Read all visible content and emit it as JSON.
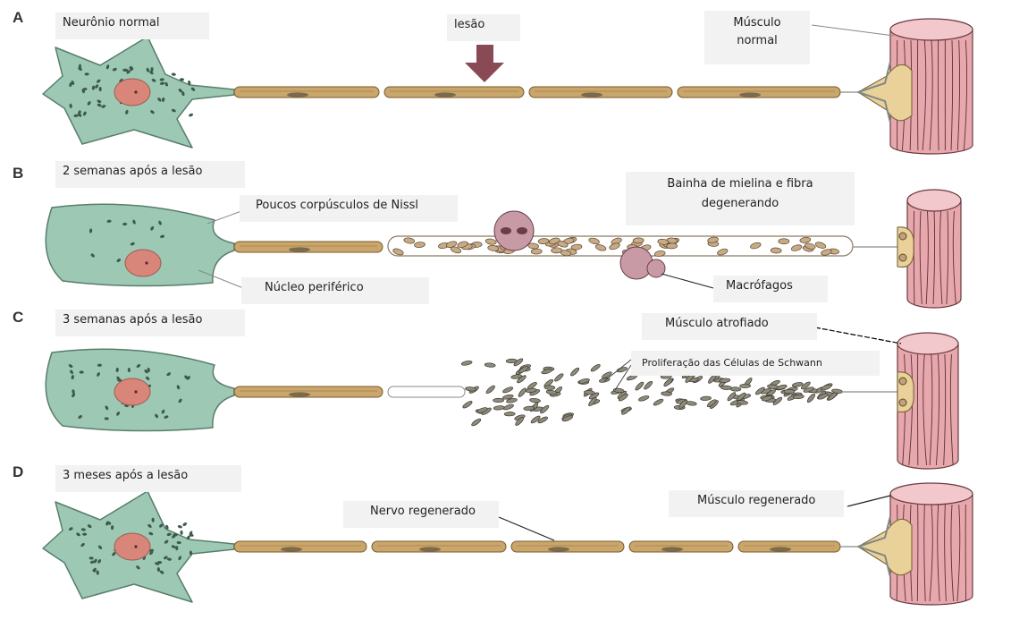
{
  "panels": [
    {
      "letter": "A",
      "stage": "Neurônio normal"
    },
    {
      "letter": "B",
      "stage": "2 semanas após a lesão"
    },
    {
      "letter": "C",
      "stage": "3 semanas após a lesão"
    },
    {
      "letter": "D",
      "stage": "3 meses após a lesão"
    }
  ],
  "labels": {
    "lesion": "lesão",
    "muscle_normal_1": "Músculo",
    "muscle_normal_2": "normal",
    "nissl": "Poucos corpúsculos de Nissl",
    "myelin_1": "Bainha de mielina e fibra",
    "myelin_2": "degenerando",
    "nucleus": "Núcleo periférico",
    "macrophages": "Macrófagos",
    "muscle_atrophied": "Músculo atrofiado",
    "schwann": "Proliferação das Células de Schwann",
    "nerve_regen": "Nervo regenerado",
    "muscle_regen": "Músculo regenerado"
  },
  "colors": {
    "soma": "#9dc9b4",
    "soma_edge": "#587d6c",
    "nucleus": "#d9867a",
    "myelin": "#c9a66b",
    "myelin_edge": "#7a5a2c",
    "muscle": "#e7a8ad",
    "muscle_top": "#f3c8cc",
    "endplate": "#ead19a",
    "arrow": "#8a4a55",
    "macrophage": "#c89aa6"
  }
}
